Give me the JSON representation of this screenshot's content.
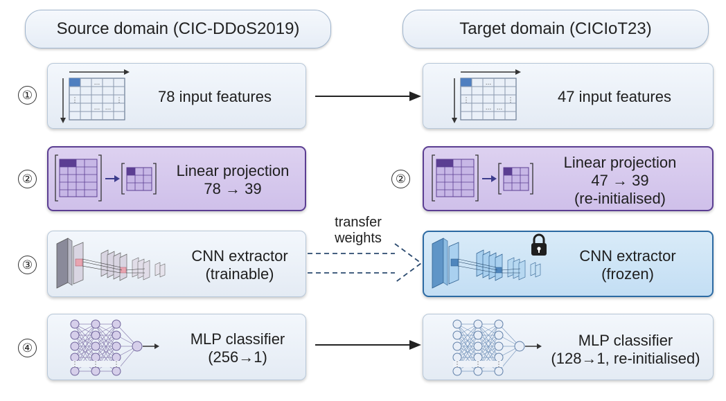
{
  "headers": {
    "source": "Source domain (CIC-DDoS2019)",
    "target": "Target domain (CICIoT23)"
  },
  "steps": {
    "s1": "①",
    "s2": "②",
    "s3": "③",
    "s4": "④"
  },
  "source": {
    "input": "78 input features",
    "proj_line1": "Linear projection",
    "proj_line2": "78 → 39",
    "cnn_line1": "CNN extractor",
    "cnn_line2": "(trainable)",
    "mlp_line1": "MLP classifier",
    "mlp_line2": "(256→1)"
  },
  "target": {
    "input": "47 input features",
    "proj_line1": "Linear projection",
    "proj_line2": "47 → 39",
    "proj_line3": "(re-initialised)",
    "cnn_line1": "CNN extractor",
    "cnn_line2": "(frozen)",
    "mlp_line1": "MLP classifier",
    "mlp_line2": "(128→1, re-initialised)"
  },
  "transfer": {
    "line1": "transfer",
    "line2": "weights"
  },
  "icons": {
    "input": "feature-matrix-icon",
    "projection": "projection-icon",
    "cnn": "cnn-layers-icon",
    "lock": "lock-icon",
    "mlp": "mlp-network-icon"
  },
  "colors": {
    "purple_border": "#5b3e92",
    "frozen_border": "#2c6aa3",
    "light_border": "#b7c7d8"
  }
}
